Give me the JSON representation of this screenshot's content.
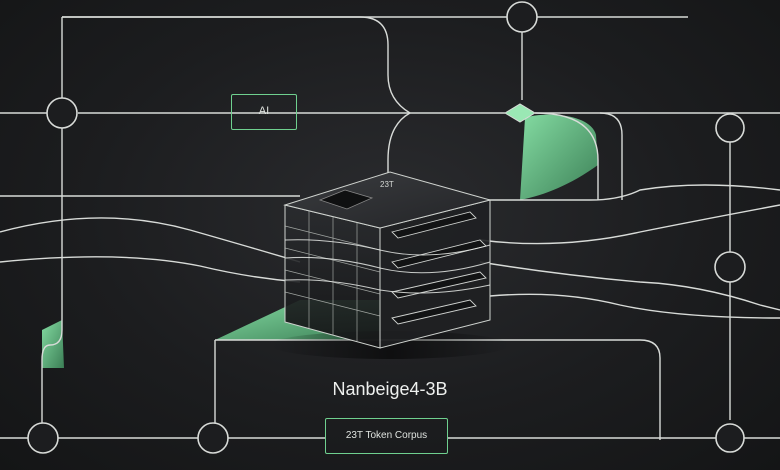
{
  "labels": {
    "ai_badge": "AI",
    "chip": "23T",
    "title": "Nanbeige4-3B",
    "subtitle": "23T Token Corpus"
  },
  "colors": {
    "background": "#1b1c1e",
    "line": "#d8dbd8",
    "accent_green": "#7fe0a0",
    "box_border": "#6fd08f"
  }
}
